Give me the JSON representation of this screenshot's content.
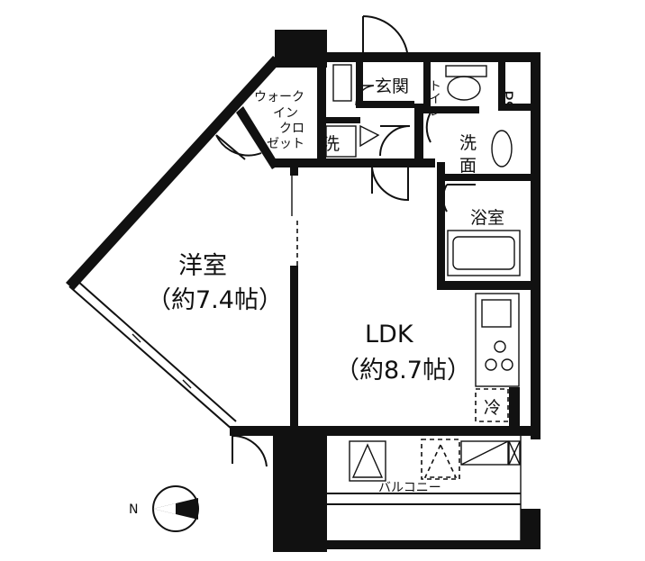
{
  "rooms": {
    "western": {
      "name": "洋室",
      "area": "（約7.4帖）"
    },
    "ldk": {
      "name": "LDK",
      "area": "（約8.7帖）"
    },
    "entrance": "玄関",
    "toilet": "トイレ",
    "ps": "PS",
    "walkin_closet": [
      "ウォーク",
      "イン",
      "クロ",
      "ゼット"
    ],
    "washer": "洗",
    "washroom": [
      "洗",
      "面"
    ],
    "bathroom": "浴室",
    "refrigerator": "冷",
    "balcony": "バルコニー"
  },
  "compass": {
    "label": "N"
  },
  "icons": {
    "compass": "compass-icon"
  }
}
